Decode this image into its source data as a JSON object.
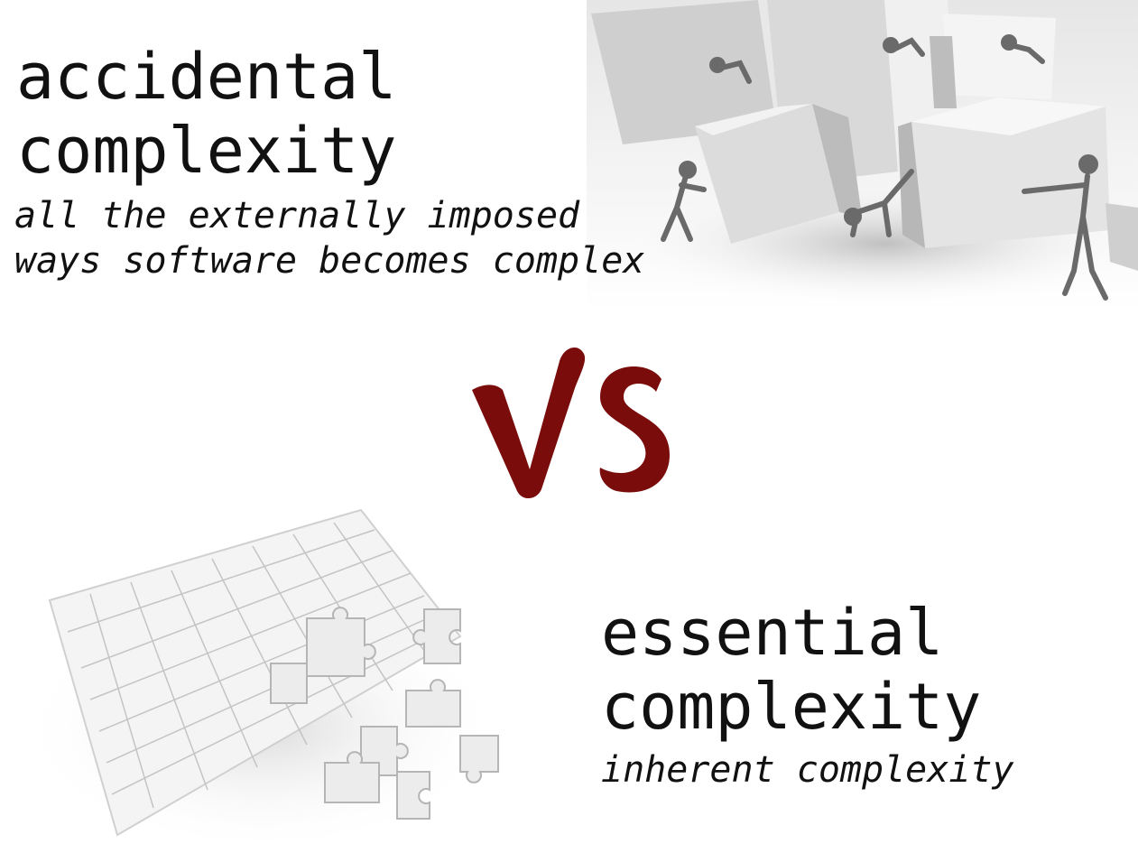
{
  "accidental": {
    "title_line1": "accidental",
    "title_line2": "complexity",
    "description_line1": "all the externally imposed",
    "description_line2": "ways software becomes complex"
  },
  "versus": {
    "label": "VS",
    "color": "#7a0c0c"
  },
  "essential": {
    "title_line1": "essential",
    "title_line2": "complexity",
    "description": "inherent complexity"
  },
  "illustrations": {
    "top_right": "blocks-and-mannequins-illustration",
    "bottom_left": "jigsaw-puzzle-illustration"
  },
  "colors": {
    "text": "#111111",
    "background": "#ffffff",
    "accent": "#7a0c0c"
  }
}
